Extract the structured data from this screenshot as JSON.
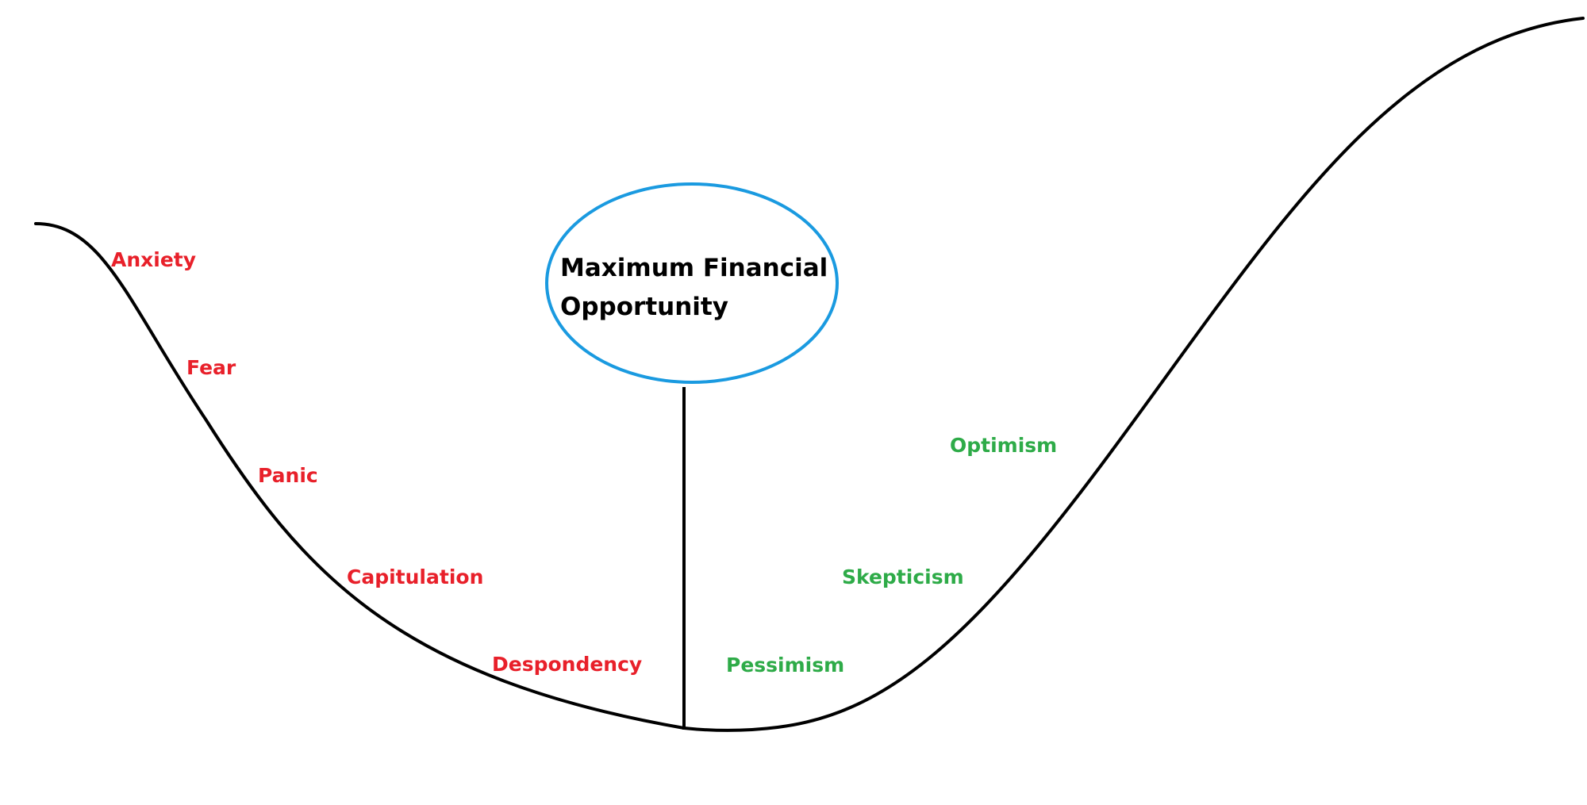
{
  "diagram": {
    "callout": {
      "line1": "Maximum Financial",
      "line2": "Opportunity",
      "ellipse_color": "#1a9ae0"
    },
    "curve_color": "#000000",
    "falling_stages": {
      "color": "#e8202a",
      "labels": [
        "Anxiety",
        "Fear",
        "Panic",
        "Capitulation",
        "Despondency"
      ]
    },
    "rising_stages": {
      "color": "#2eab48",
      "labels": [
        "Pessimism",
        "Skepticism",
        "Optimism"
      ]
    }
  }
}
